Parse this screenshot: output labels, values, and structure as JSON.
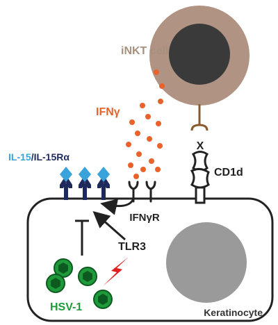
{
  "labels": {
    "inkt_cell": "iNKT cell",
    "ifng": "IFNγ",
    "il15_part1": "IL-15",
    "il15_slash": "/",
    "il15_part2": "IL-15Rα",
    "cd1d": "CD1d",
    "x_mark": "X",
    "ifngr": "IFNγR",
    "tlr3": "TLR3",
    "hsv1": "HSV-1",
    "keratinocyte": "Keratinocyte"
  },
  "colors": {
    "inkt_cell_body": "#b09382",
    "nucleus_dark": "#3a3a3a",
    "keratinocyte_nucleus": "#9a9a9a",
    "ifng_dots": "#e8622a",
    "il15_text": "#3aa3dc",
    "il15ra_text": "#1f2a5c",
    "il15_diamond": "#3aa3dc",
    "receptor_navy": "#1f2a5c",
    "hsv_green": "#1f9a3a",
    "hsv_dark_green": "#0d5a20",
    "lightning_red": "#e02020",
    "cd1d_linker": "#8a5a2a",
    "outline": "#222222"
  }
}
